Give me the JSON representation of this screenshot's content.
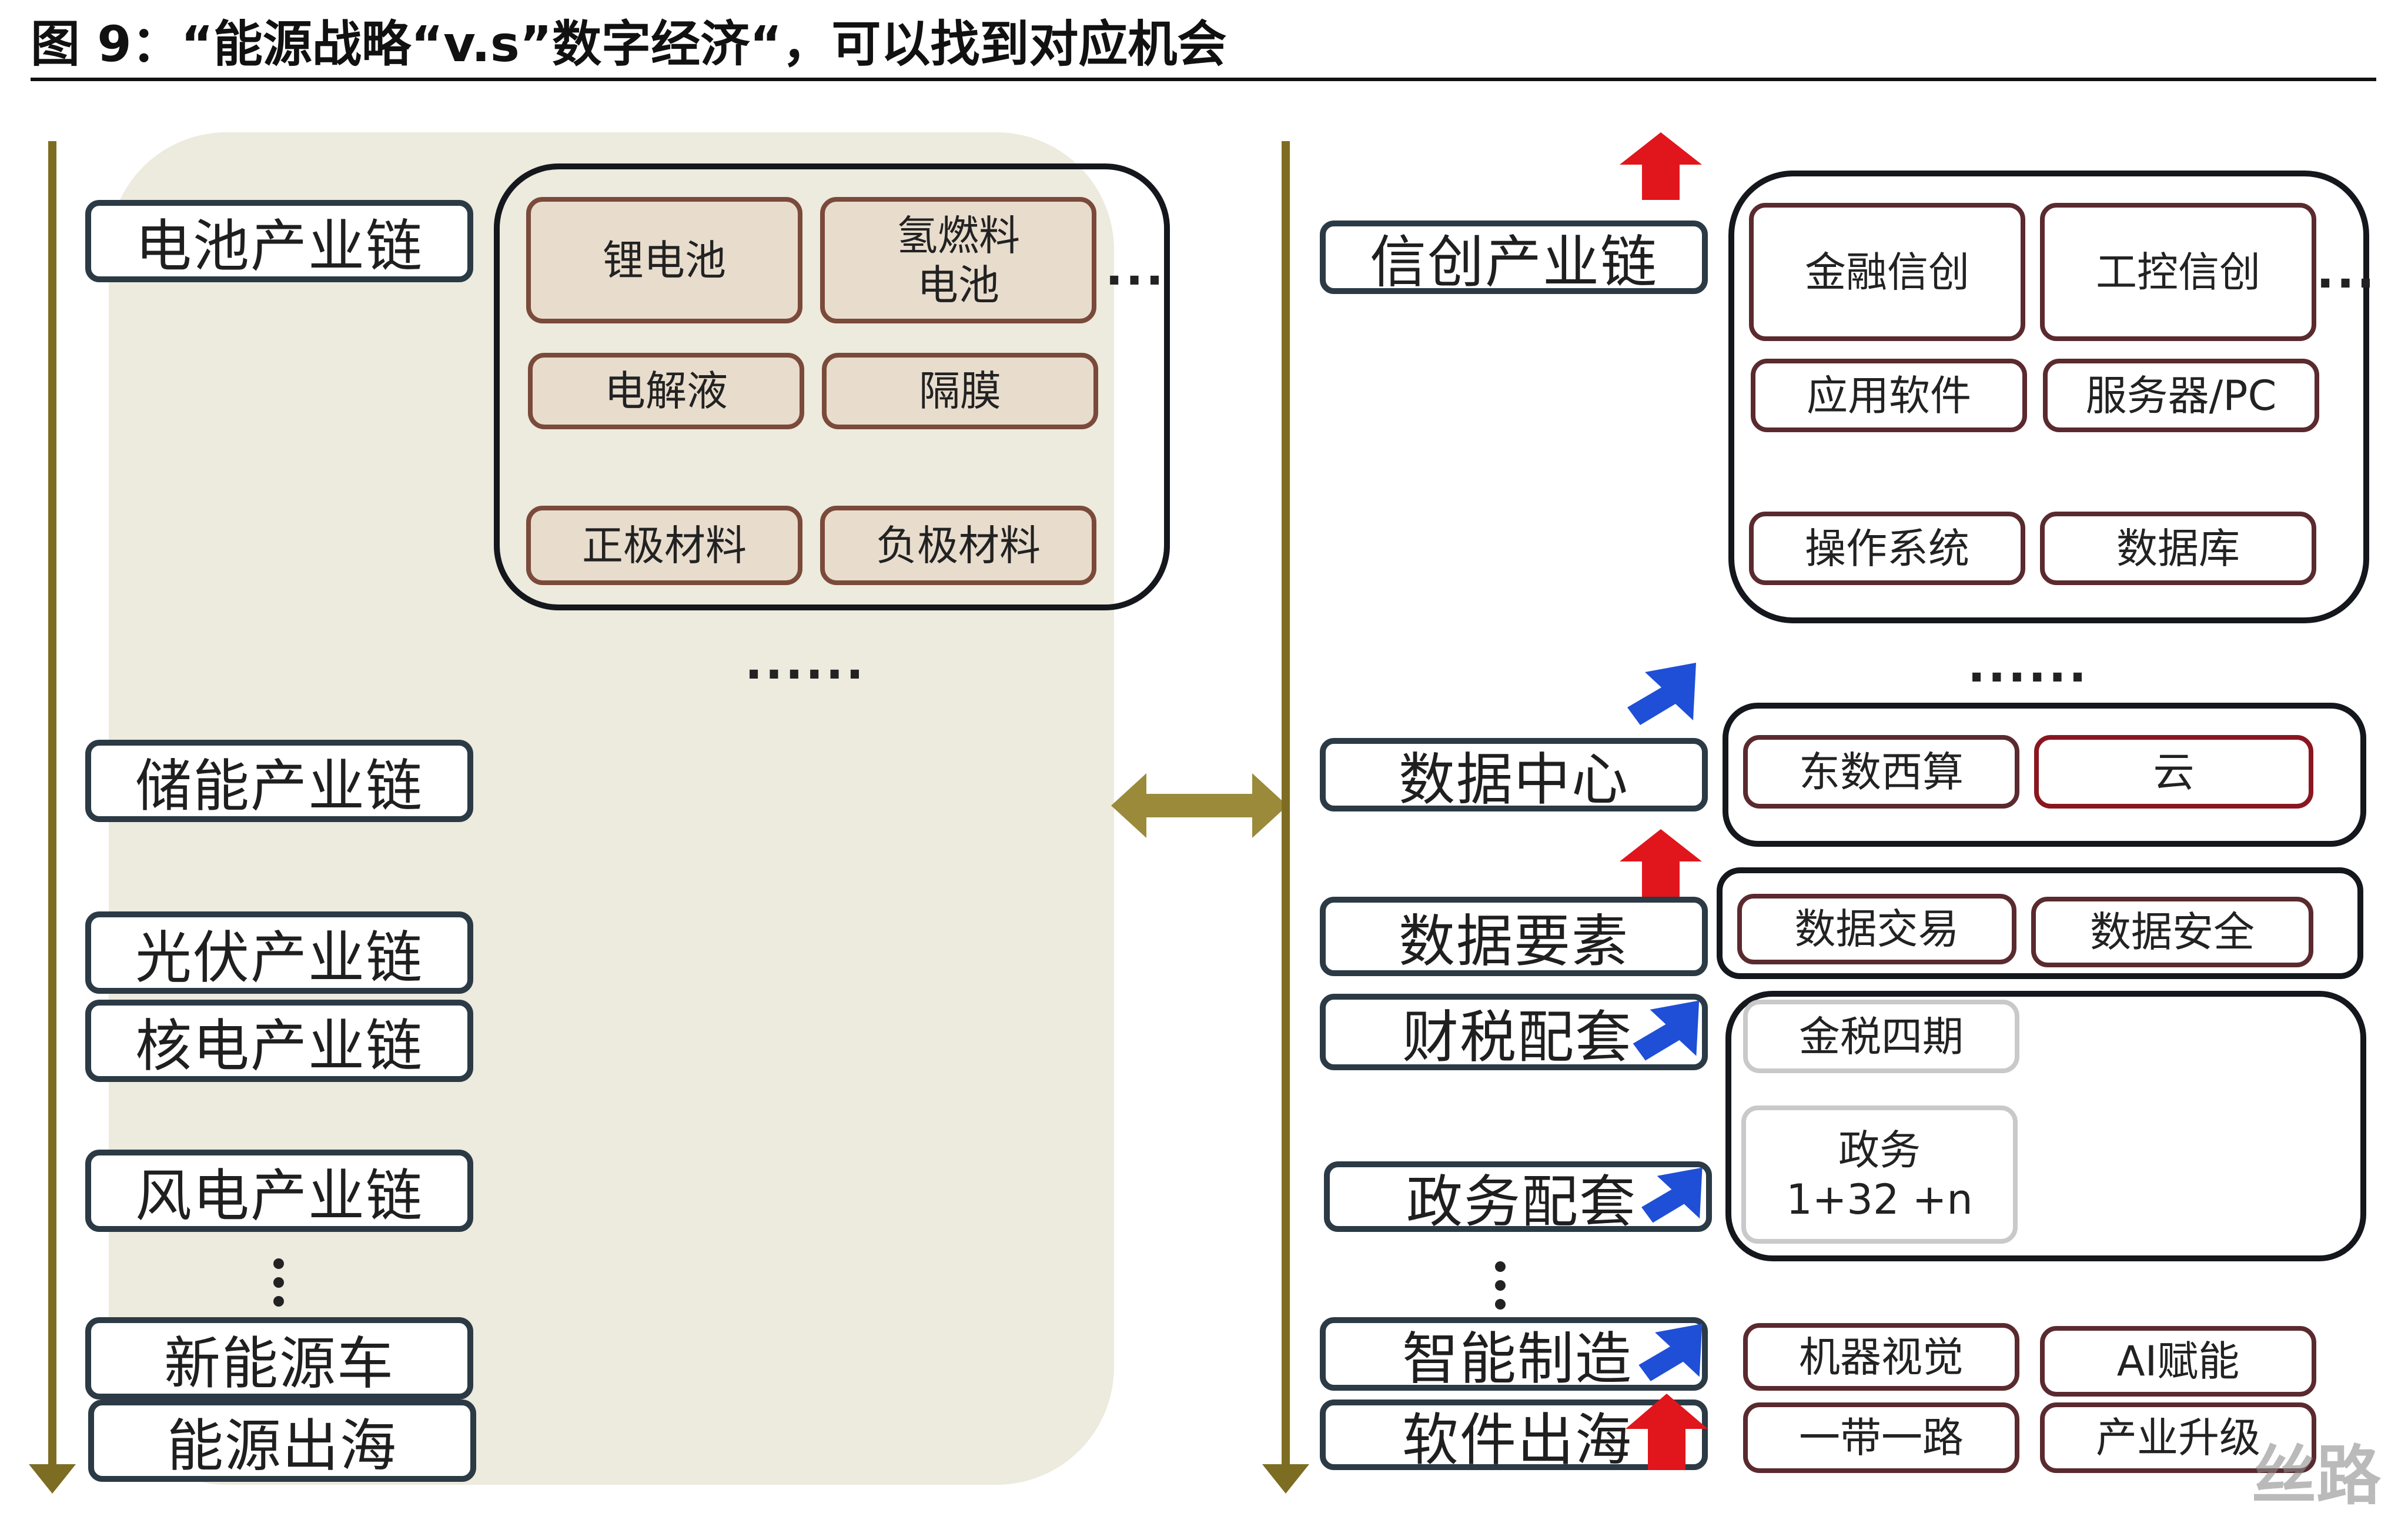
{
  "title": "图 9：“能源战略“v.s”数字经济“，可以找到对应机会",
  "left_chains": [
    "电池产业链",
    "储能产业链",
    "光伏产业链",
    "核电产业链",
    "风电产业链",
    "新能源车",
    "能源出海"
  ],
  "battery_group": {
    "cells": [
      "锂电池",
      "氢燃料\n电池",
      "电解液",
      "隔膜",
      "正极材料",
      "负极材料"
    ],
    "more": "...",
    "below": "......"
  },
  "right_chains": [
    "信创产业链",
    "数据中心",
    "数据要素",
    "财税配套",
    "政务配套",
    "智能制造",
    "软件出海"
  ],
  "xinchuang_group": {
    "cells": [
      "金融信创",
      "工控信创",
      "应用软件",
      "服务器/PC",
      "操作系统",
      "数据库"
    ],
    "more": "...",
    "below": "......"
  },
  "datacenter_group": {
    "cells": [
      "东数西算",
      "云"
    ]
  },
  "dataelement_group": {
    "cells": [
      "数据交易",
      "数据安全"
    ]
  },
  "fiscal_group": {
    "cells": [
      "金税四期",
      "政务\n1+32 +n"
    ]
  },
  "smart_group": {
    "cells": [
      "机器视觉",
      "AI赋能",
      "一带一路",
      "产业升级"
    ]
  },
  "watermark": "丝路",
  "colors": {
    "axis": "#7d6d22",
    "arrow_red": "#e0161c",
    "arrow_blue": "#1f4fd6",
    "panel_beige": "#ece9dc",
    "cell_border": "#7a4a3a",
    "box_border": "#2b3a45"
  }
}
